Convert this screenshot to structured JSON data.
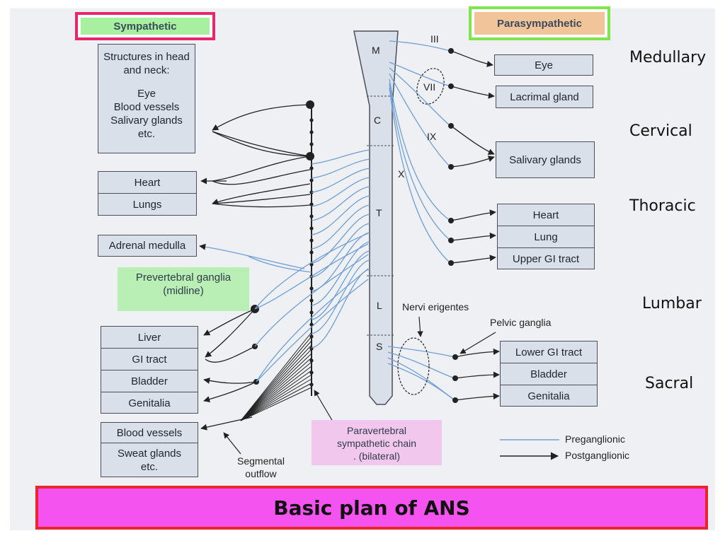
{
  "labels": {
    "sympathetic": "Sympathetic",
    "parasympathetic": "Parasympathetic",
    "title": "Basic plan of ANS"
  },
  "regions": [
    "Medullary",
    "Cervical",
    "Thoracic",
    "Lumbar",
    "Sacral"
  ],
  "spinal_segments": [
    "M",
    "C",
    "T",
    "L",
    "S"
  ],
  "cranial_nerves": [
    "III",
    "VII",
    "IX",
    "X"
  ],
  "sympathetic_targets": {
    "head_neck_heading": "Structures in head and neck:",
    "head_neck_items": [
      "Eye",
      "Blood vessels",
      "Salivary glands",
      "etc."
    ],
    "thorax": [
      "Heart",
      "Lungs"
    ],
    "adrenal": "Adrenal medulla",
    "abdomen": [
      "Liver",
      "GI tract",
      "Bladder",
      "Genitalia"
    ],
    "skin": [
      "Blood vessels",
      "Sweat glands etc."
    ]
  },
  "parasympathetic_targets": {
    "cranial": [
      "Eye",
      "Lacrimal gland",
      "Salivary glands"
    ],
    "vagal": [
      "Heart",
      "Lung",
      "Upper GI tract"
    ],
    "sacral": [
      "Lower GI tract",
      "Bladder",
      "Genitalia"
    ]
  },
  "annotations": {
    "prevertebral_line1": "Prevertebral ganglia",
    "prevertebral_line2": "(midline)",
    "paravertebral_line1": "Paravertebral",
    "paravertebral_line2": "sympathetic chain",
    "paravertebral_line3": ". (bilateral)",
    "segmental_line1": "Segmental",
    "segmental_line2": "outflow",
    "nervi_erigentes": "Nervi erigentes",
    "pelvic_ganglia": "Pelvic ganglia"
  },
  "legend": {
    "preganglionic": "Preganglionic",
    "postganglionic": "Postganglionic"
  },
  "colors": {
    "preganglionic": "#6f9fd6",
    "postganglionic": "#222222"
  }
}
